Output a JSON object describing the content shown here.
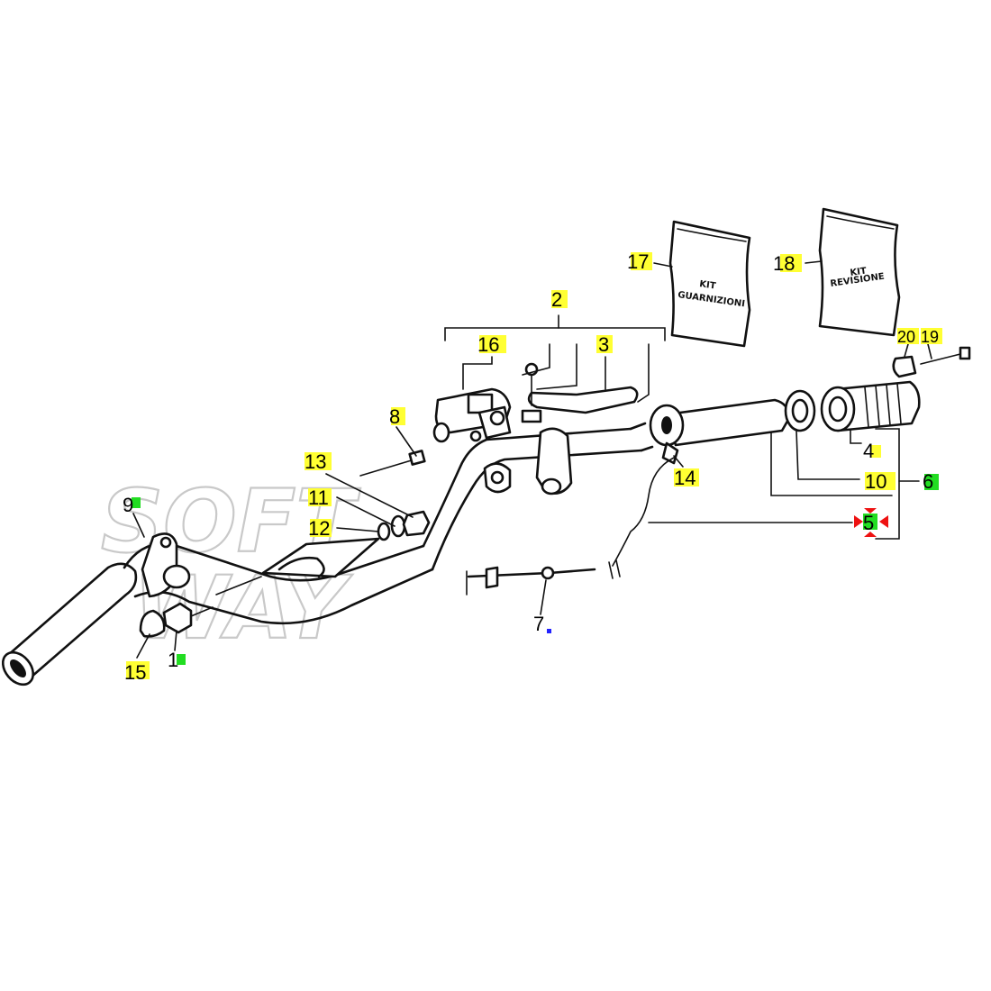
{
  "watermark": [
    "SOFT",
    "WAY"
  ],
  "kits": {
    "kit1": {
      "line1": "KIT",
      "line2": "GUARNIZIONI"
    },
    "kit2": {
      "line1": "KIT",
      "line2": "REVISIONE"
    }
  },
  "colors": {
    "highlight_yellow": "#ffff33",
    "marker_green": "#22dd22",
    "marker_blue": "#2222ff",
    "marker_red": "#ee1111",
    "line": "#111111"
  },
  "callouts": [
    {
      "id": "1",
      "text": "1",
      "marker": "green"
    },
    {
      "id": "2",
      "text": "2",
      "marker": "yellow"
    },
    {
      "id": "3",
      "text": "3",
      "marker": "yellow"
    },
    {
      "id": "4",
      "text": "4",
      "marker": "yellow"
    },
    {
      "id": "5",
      "text": "5",
      "marker": "red"
    },
    {
      "id": "6",
      "text": "6",
      "marker": "green"
    },
    {
      "id": "7",
      "text": "7",
      "marker": "blue"
    },
    {
      "id": "8",
      "text": "8",
      "marker": "yellow"
    },
    {
      "id": "9",
      "text": "9",
      "marker": "green"
    },
    {
      "id": "10",
      "text": "10",
      "marker": "yellow"
    },
    {
      "id": "11",
      "text": "11",
      "marker": "yellow"
    },
    {
      "id": "12",
      "text": "12",
      "marker": "yellow"
    },
    {
      "id": "13",
      "text": "13",
      "marker": "yellow"
    },
    {
      "id": "14",
      "text": "14",
      "marker": "yellow"
    },
    {
      "id": "15",
      "text": "15",
      "marker": "yellow"
    },
    {
      "id": "16",
      "text": "16",
      "marker": "yellow"
    },
    {
      "id": "17",
      "text": "17",
      "marker": "yellow"
    },
    {
      "id": "18",
      "text": "18",
      "marker": "yellow"
    },
    {
      "id": "19",
      "text": "19",
      "marker": "yellow"
    },
    {
      "id": "20",
      "text": "20",
      "marker": "yellow"
    }
  ]
}
